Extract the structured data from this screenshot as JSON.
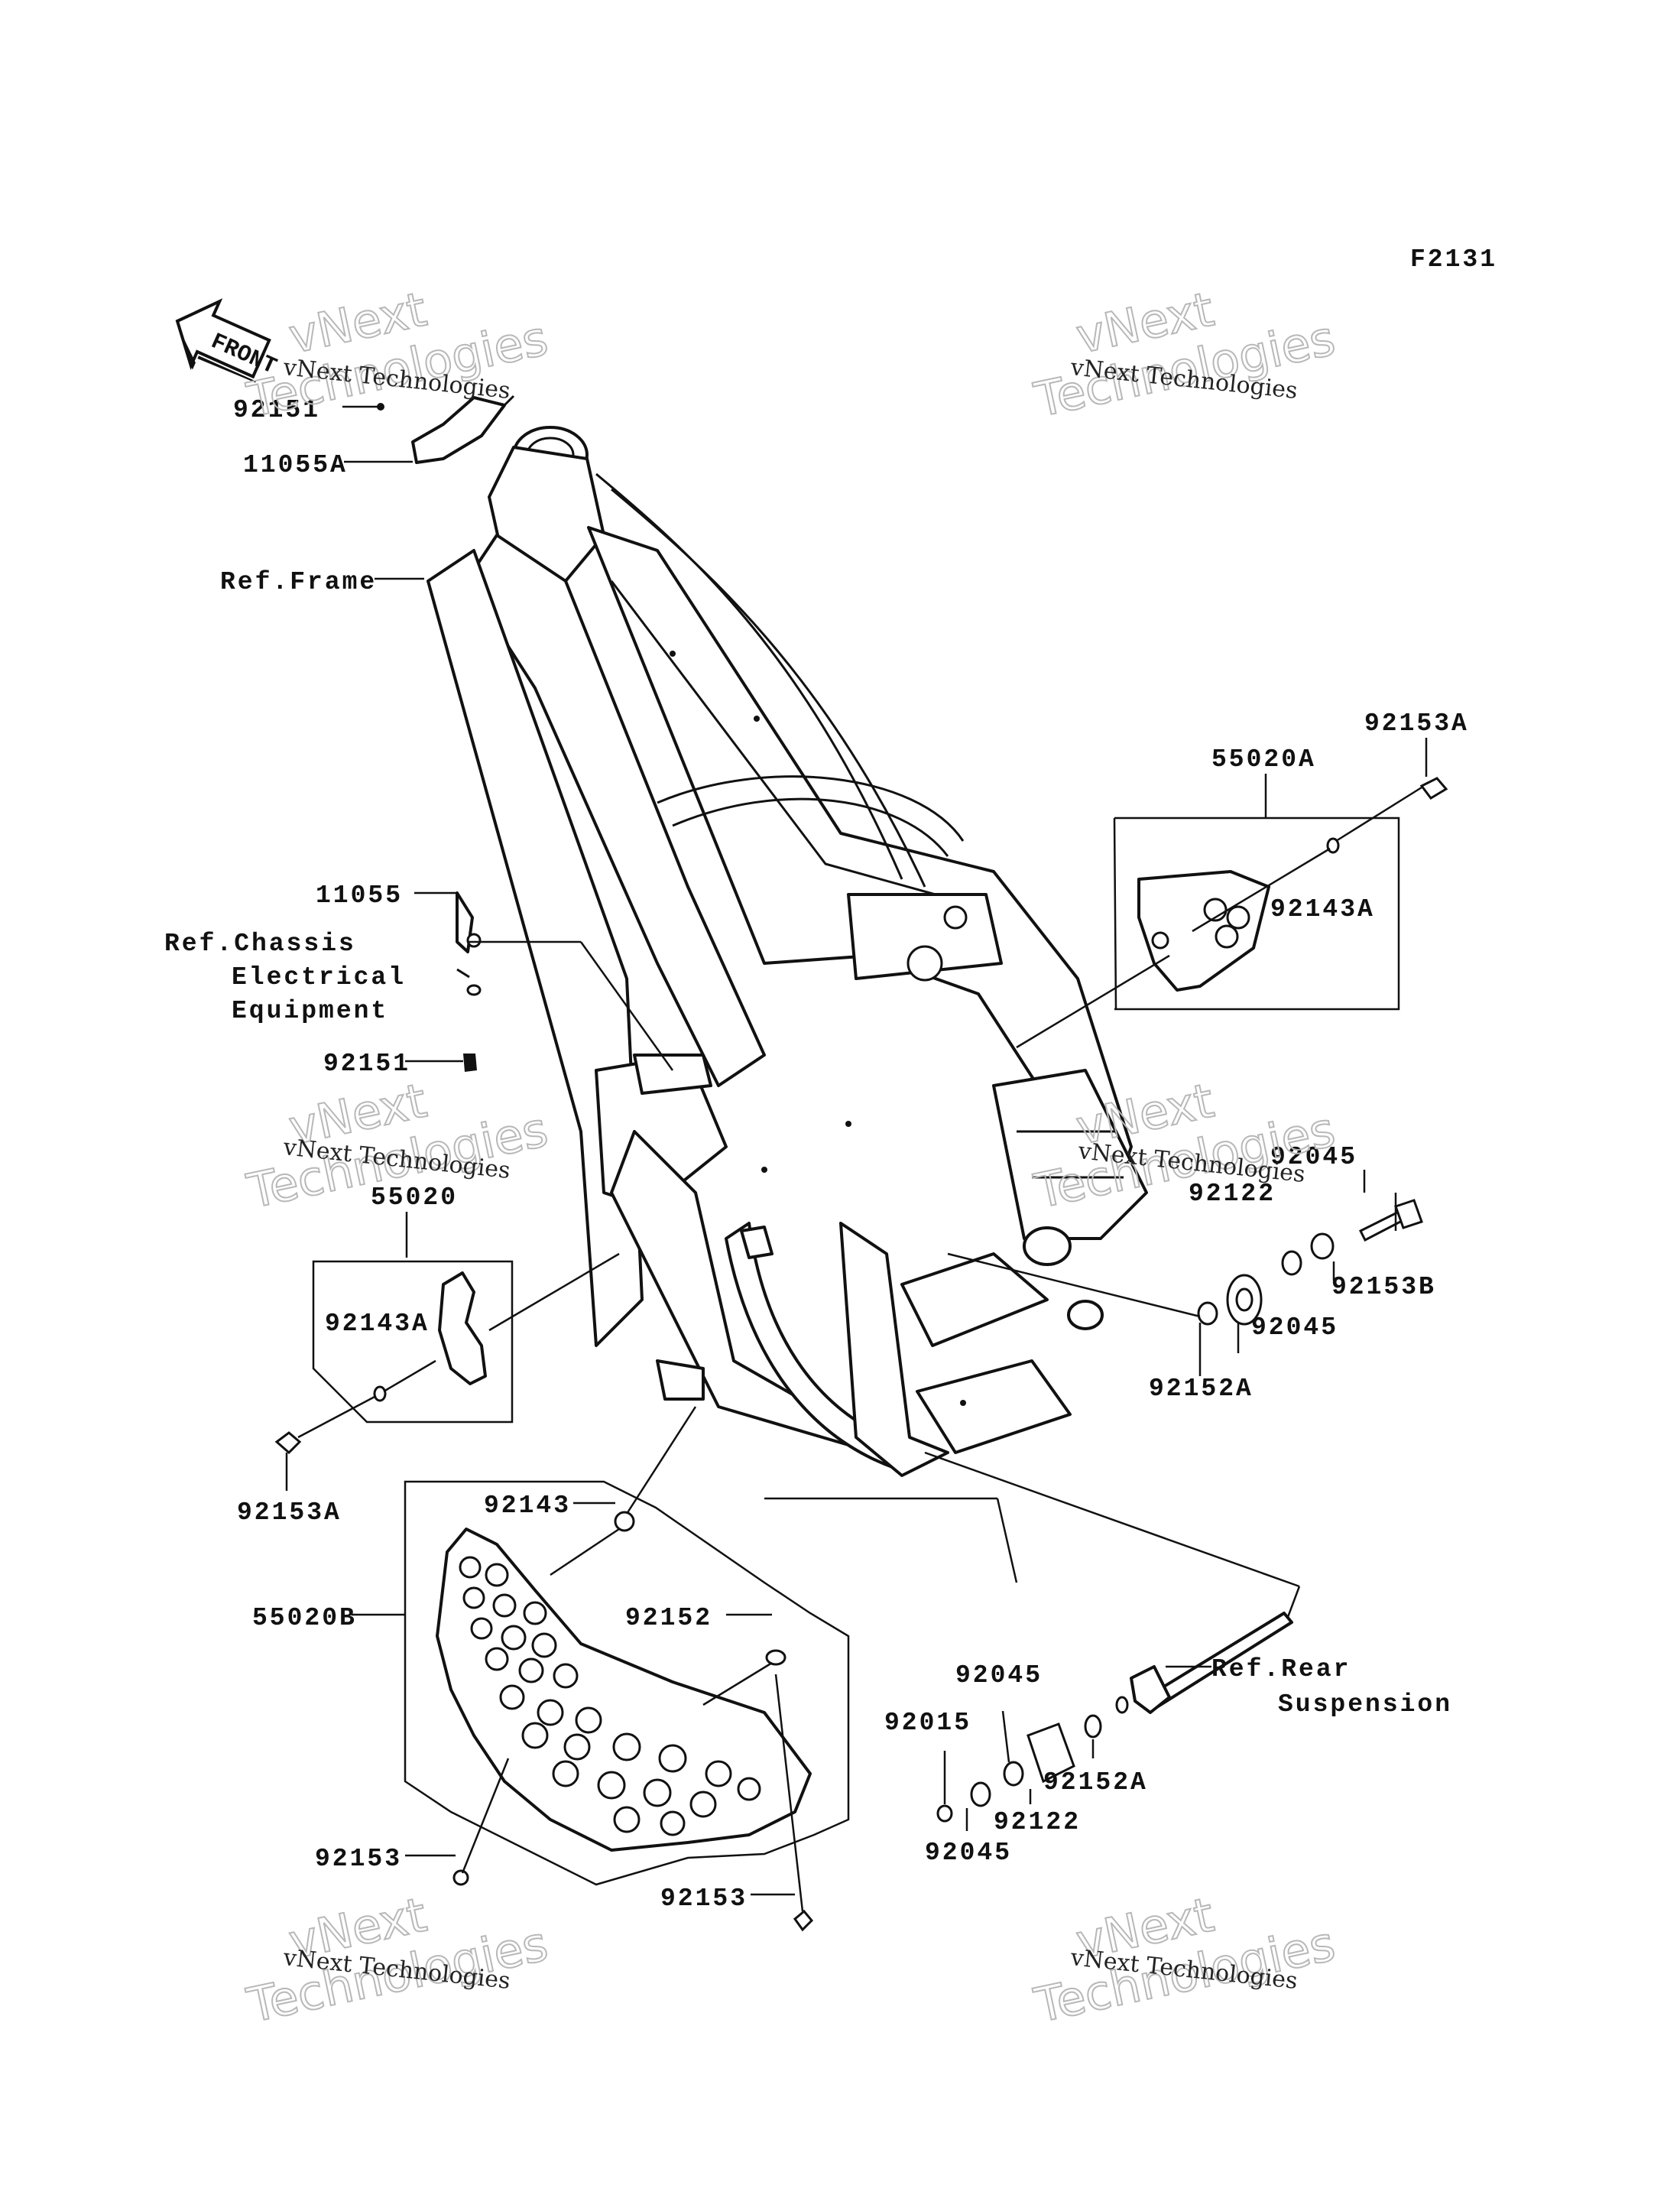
{
  "diagram": {
    "code": "F2131",
    "front_arrow": "FRONT",
    "labels": {
      "l_92151_top": "92151",
      "l_11055A": "11055A",
      "l_ref_frame": "Ref.Frame",
      "l_92153A_right": "92153A",
      "l_55020A": "55020A",
      "l_92143A_right": "92143A",
      "l_11055": "11055",
      "l_ref_chassis_1": "Ref.Chassis",
      "l_ref_chassis_2": "Electrical",
      "l_ref_chassis_3": "Equipment",
      "l_92151_mid": "92151",
      "l_55020": "55020",
      "l_92143A_left": "92143A",
      "l_92153A_left": "92153A",
      "l_92045_r1": "92045",
      "l_92122_r": "92122",
      "l_92153B": "92153B",
      "l_92045_r2": "92045",
      "l_92152A_r": "92152A",
      "l_92143": "92143",
      "l_55020B": "55020B",
      "l_92152": "92152",
      "l_ref_rear_1": "Ref.Rear",
      "l_ref_rear_2": "Suspension",
      "l_92045_b1": "92045",
      "l_92015": "92015",
      "l_92152A_b": "92152A",
      "l_92122_b": "92122",
      "l_92045_b2": "92045",
      "l_92153_left": "92153",
      "l_92153_bottom": "92153"
    },
    "watermarks": {
      "line1": "vNext Technologies",
      "line2": "Technologies",
      "line3": "vNext"
    }
  }
}
